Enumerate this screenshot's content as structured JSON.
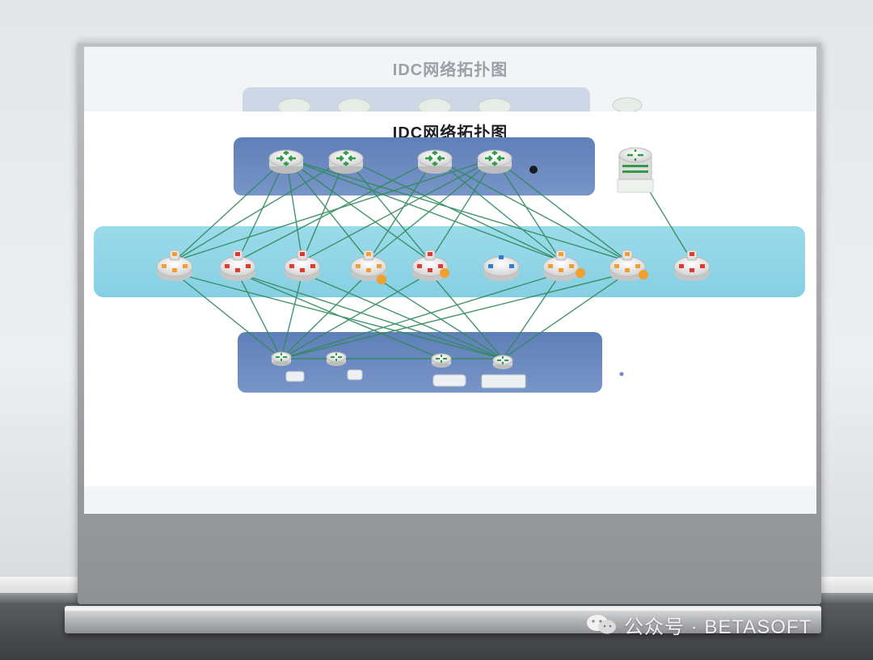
{
  "diagram": {
    "title": "IDC网络拓扑图",
    "ghost_title": "IDC网络拓扑图"
  },
  "watermark": {
    "text": "公众号 · BETASOFT",
    "icon": "wechat-icon"
  },
  "colors": {
    "core_band": "#6c8bc0",
    "middle_band": "#8fd4e6",
    "access_band": "#6c8bc0",
    "link_line": "#2f8a5a",
    "router_arrow": "#2f9a48",
    "port_red": "#e03a2e",
    "port_orange": "#f0a030",
    "port_blue": "#2f7fd0"
  }
}
